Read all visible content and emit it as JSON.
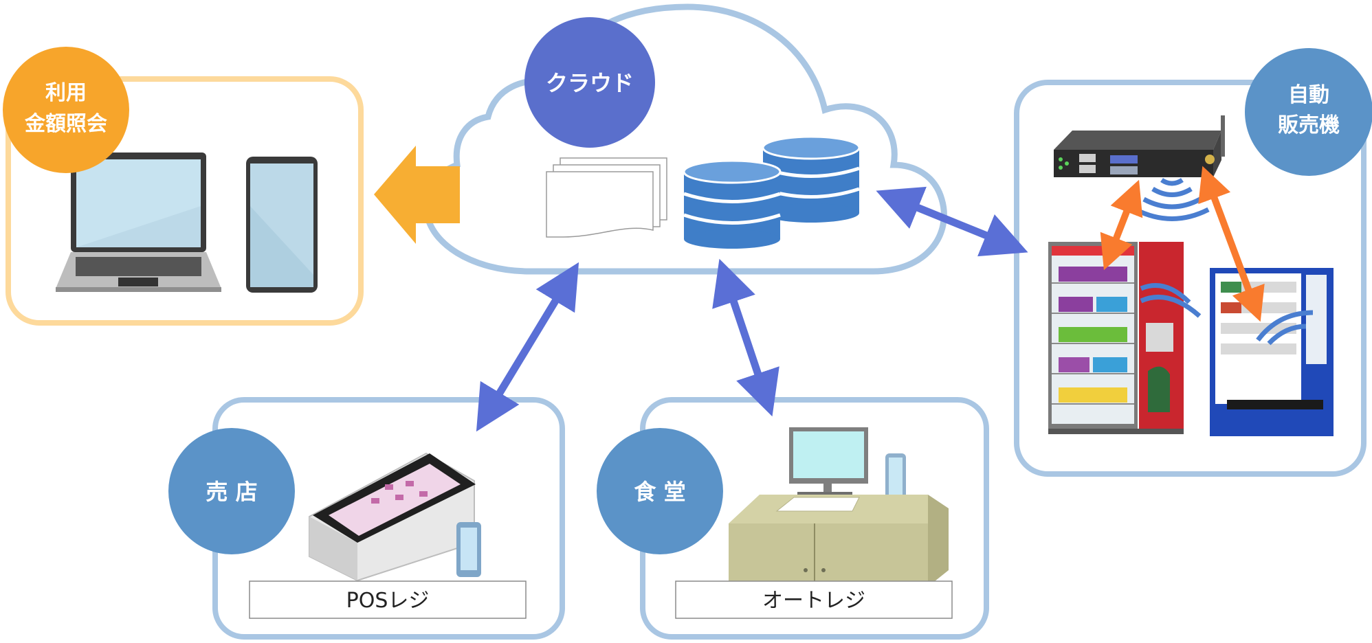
{
  "cloud": {
    "label": "クラウド"
  },
  "usage_inquiry": {
    "line1": "利用",
    "line2": "金額照会"
  },
  "vending": {
    "line1": "自動",
    "line2": "販売機"
  },
  "shop": {
    "label": "売 店",
    "caption": "POSレジ"
  },
  "cafeteria": {
    "label": "食 堂",
    "caption": "オートレジ"
  },
  "colors": {
    "panel_blue": "#a9c6e3",
    "panel_orange": "#fdd99b",
    "circle_blue": "#5b93c8",
    "circle_indigo": "#5a6fcc",
    "circle_orange": "#f7a52b",
    "link_arrow": "#5a6fd6",
    "wireless_arrow": "#f97b2e"
  }
}
